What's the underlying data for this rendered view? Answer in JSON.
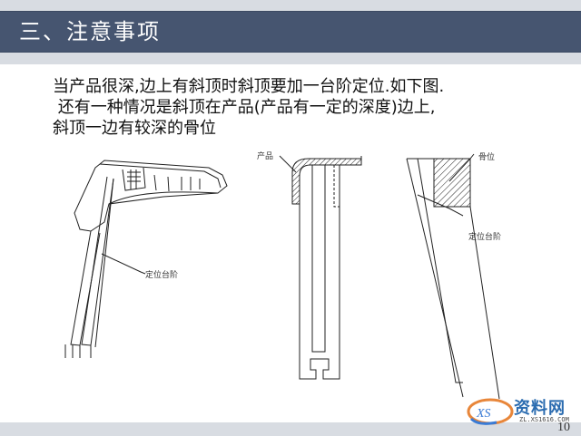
{
  "header": {
    "title": "三、注意事项"
  },
  "body": {
    "lines": [
      "当产品很深,边上有斜顶时斜顶要加一台阶定位.如下图.",
      " 还有一种情况是斜顶在产品(产品有一定的深度)边上,",
      "斜顶一边有较深的骨位"
    ]
  },
  "figures": {
    "left": {
      "label": "定位台阶"
    },
    "middle": {
      "label": "产品"
    },
    "right": {
      "label_top": "骨位",
      "label_bottom": "定位台阶"
    }
  },
  "footer": {
    "page_number": "10"
  },
  "watermark": {
    "brand": "资料网",
    "url": "ZL.XS1616.COM",
    "logo": "XS"
  },
  "colors": {
    "title_bar": "#465570",
    "strip": "#d8dce2"
  }
}
